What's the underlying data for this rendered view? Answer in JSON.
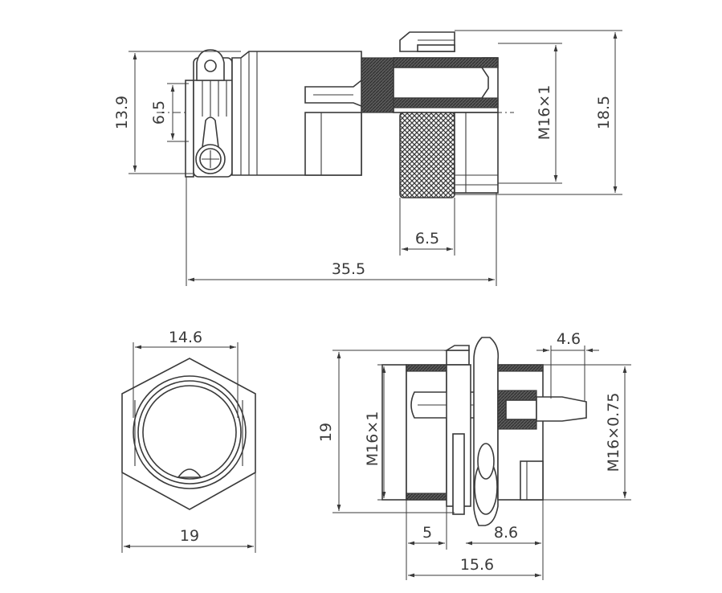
{
  "colors": {
    "ink": "#3a3a3a",
    "hatch": "#4a4a4a",
    "background": "#ffffff"
  },
  "dimensions": {
    "side_height_outer": "13.9",
    "side_height_inner": "6.5",
    "thread_main": "M16×1",
    "flange_height": "18.5",
    "nut_width": "6.5",
    "total_length": "35.5",
    "front_inner_width": "14.6",
    "front_hex_width": "19",
    "bottom_height": "19",
    "bottom_thread_left": "M16×1",
    "bottom_thread_right": "M16×0.75",
    "bottom_pin_offset": "4.6",
    "bottom_flange_width": "5",
    "bottom_rear_width": "8.6",
    "bottom_total_width": "15.6"
  }
}
